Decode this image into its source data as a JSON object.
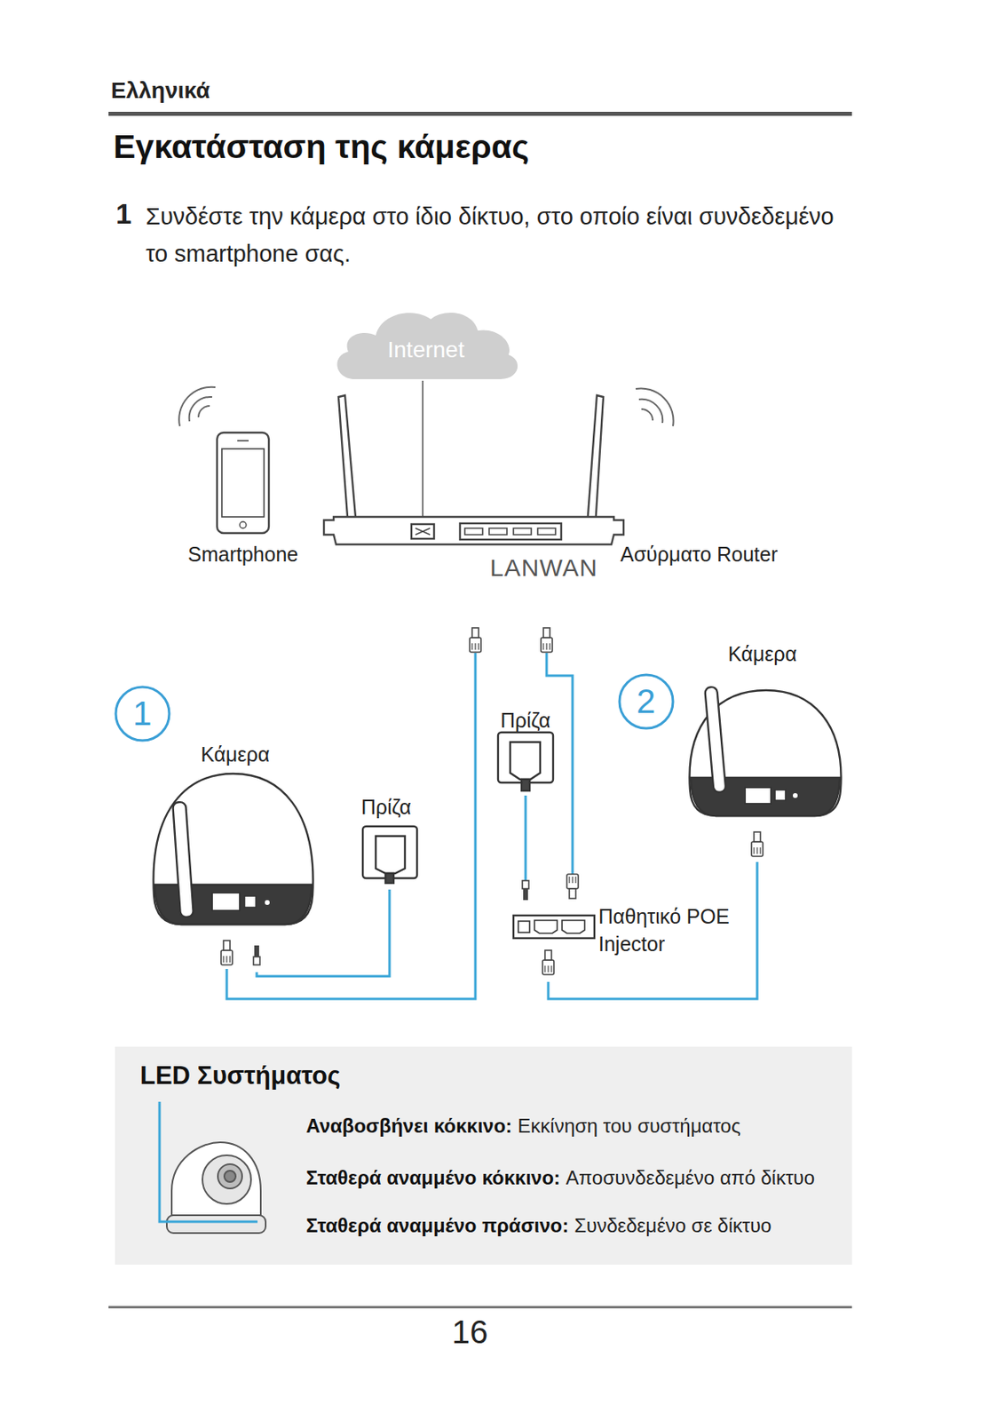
{
  "diagram": {
    "title": "Εγκατάσταση της κάμερας",
    "nodes": [
      {
        "text": [
          "Internet"
        ]
      },
      {
        "text": [
          "LED Συστήματος",
          "Αναβοσβήνει κόκκινο:",
          "Εκκίνηση του συστήματος",
          "Σταθερά αναμμένο κόκκινο:",
          "Αποσυνδεδεμένο από δίκτυο",
          "Σταθερά αναμμένο πράσινο:",
          "Συνδεδεμένο σε δίκτυο"
        ]
      }
    ],
    "labels": [
      "Ελληνικά",
      "1",
      "Συνδέστε την κάμερα στο ίδιο δίκτυο, στο οποίο είναι συνδεδεμένο το smartphone σας.",
      "Smartphone",
      "LANWAN",
      "Ασύρματο Router",
      "1",
      "Κάμερα",
      "Πρίζα",
      "Πρίζα",
      "2",
      "Κάμερα",
      "Παθητικό POE Injector",
      "16"
    ]
  }
}
